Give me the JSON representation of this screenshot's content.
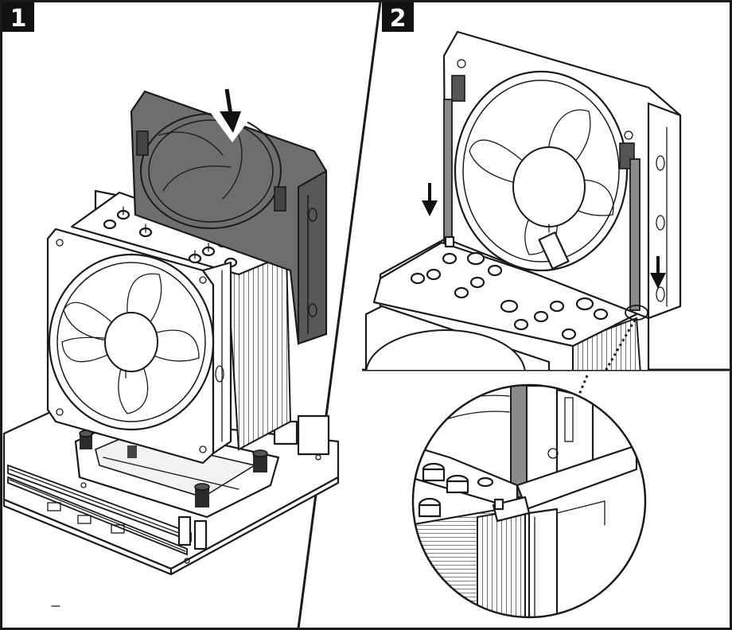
{
  "steps": [
    {
      "number": "1",
      "label": "step-1"
    },
    {
      "number": "2",
      "label": "step-2"
    }
  ]
}
